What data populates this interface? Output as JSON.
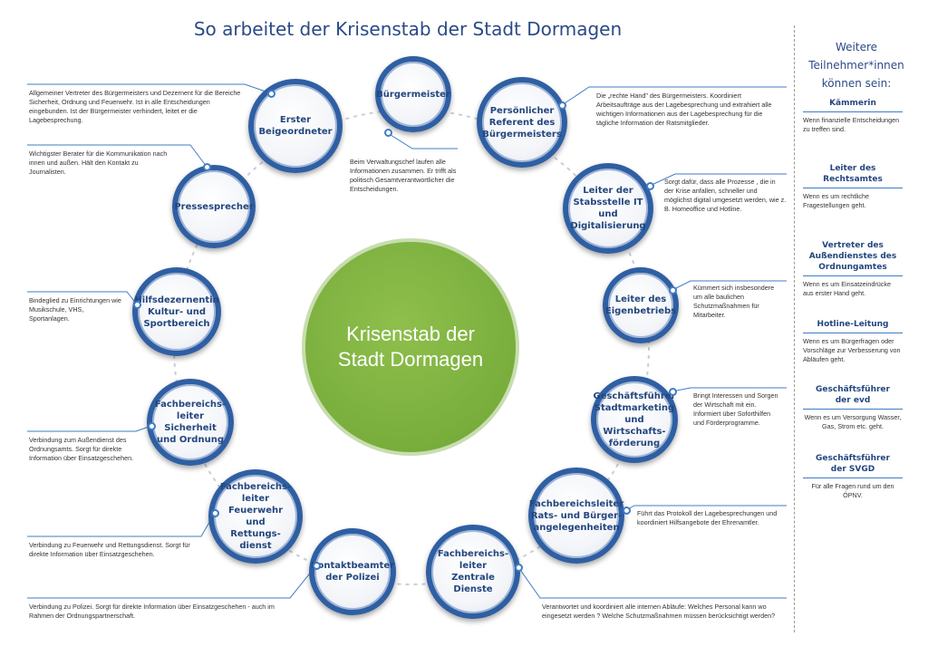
{
  "title": "So arbeitet der Krisenstab der Stadt Dormagen",
  "center": "Krisenstab der\nStadt Dormagen",
  "nodes": [
    {
      "label": "Bürgermeister",
      "desc": "Beim Verwaltungschef laufen alle Informationen zusammen. Er trifft als politisch Gesamtverantwortlicher die Entscheidungen."
    },
    {
      "label": "Persönlicher\nReferent des\nBürgermeisters",
      "desc": "Die „rechte Hand\" des Bürgermeisters. Koordiniert Arbeitsaufträge aus der Lagebesprechung und extrahiert alle wichtigen Informationen aus der Lagebesprechung für die tägliche Information der Ratsmitglieder."
    },
    {
      "label": "Leiter der\nStabsstelle IT und\nDigitalisierung",
      "desc": "Sorgt dafür, dass alle Prozesse , die in der Krise anfallen, schneller und möglichst digital umgesetzt werden, wie z. B. Homeoffice und Hotline."
    },
    {
      "label": "Leiter des\nEigenbetriebs",
      "desc": "Kümmert sich insbesondere um alle baulichen Schutzmaßnahmen für Mitarbeiter."
    },
    {
      "label": "Geschäftsführer\nStadtmarketing\nund Wirtschafts-\nförderung",
      "desc": "Bringt Interessen und Sorgen der Wirtschaft mit ein. Informiert über Soforthilfen und Förderprogramme."
    },
    {
      "label": "Fachbereichsleiter\nRats- und Bürger-\nangelegenheiten",
      "desc": "Führt das Protokoll der Lagebesprechungen und koordiniert Hilfsangebote der Ehrenamtler."
    },
    {
      "label": "Fachbereichs-\nleiter\nZentrale Dienste",
      "desc": "Verantwortet und koordiniert alle internen Abläufe: Welches Personal kann wo eingesetzt werden ? Welche Schutzmaßnahmen müssen berücksichtigt werden?"
    },
    {
      "label": "Kontaktbeamter\nder Polizei",
      "desc": "Verbindung zu Polizei. Sorgt für direkte Information über Einsatzgeschehen - auch im Rahmen der Ordnungspartnerschaft."
    },
    {
      "label": "Fachbereichs-\nleiter Feuerwehr\nund Rettungs-\ndienst",
      "desc": "Verbindung zu Feuerwehr und Rettungsdienst. Sorgt für direkte Information über Einsatzgeschehen."
    },
    {
      "label": "Fachbereichs-\nleiter Sicherheit\nund Ordnung",
      "desc": "Verbindung zum Außendienst des Ordnungsamts. Sorgt für direkte Information über Einsatzgeschehen."
    },
    {
      "label": "Hilfsdezernentin\nKultur- und\nSportbereich",
      "desc": "Bindeglied zu Einrichtungen wie Musikschule, VHS, Sportanlagen."
    },
    {
      "label": "Pressesprecher",
      "desc": "Wichtigster Berater für die Kommunikation nach innen und außen. Hält den Kontakt zu Journalisten."
    },
    {
      "label": "Erster\nBeigeordneter",
      "desc": "Allgemeiner Vertreter des Bürgermeisters und Dezernent für die Bereiche Sicherheit, Ordnung und Feuerwehr. Ist in alle Entscheidungen eingebunden. Ist der Bürgermeister verhindert, leitet er die Lagebesprechung."
    }
  ],
  "sidebar": {
    "heading": "Weitere\nTeilnehmer*innen\nkönnen sein:",
    "items": [
      {
        "title": "Kämmerin",
        "desc": "Wenn finanzielle Entscheidungen zu treffen sind."
      },
      {
        "title": "Leiter des\nRechtsamtes",
        "desc": "Wenn es um rechtliche Fragestellungen geht."
      },
      {
        "title": "Vertreter des\nAußendienstes des\nOrdnungamtes",
        "desc": "Wenn es um Einsatzeindrücke aus erster Hand geht."
      },
      {
        "title": "Hotline-Leitung",
        "desc": "Wenn es um Bürgerfragen oder Vorschläge zur Verbesserung von Abläufen geht."
      },
      {
        "title": "Geschäftsführer\nder evd",
        "desc": "Wenn es um Versorgung Wasser, Gas, Strom etc. geht."
      },
      {
        "title": "Geschäftsführer\nder SVGD",
        "desc": "Für alle Fragen rund um den ÖPNV."
      }
    ]
  },
  "colors": {
    "node_ring": "#2f5fa3",
    "node_text": "#23467e",
    "center_fill": "#79ae3c",
    "accent": "#3f7cc4"
  }
}
